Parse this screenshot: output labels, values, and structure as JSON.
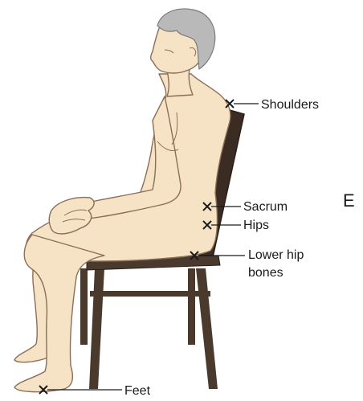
{
  "panel_letter": "E",
  "labels": {
    "shoulders": "Shoulders",
    "sacrum": "Sacrum",
    "hips": "Hips",
    "lower_hip_line1": "Lower hip",
    "lower_hip_line2": "bones",
    "feet": "Feet"
  },
  "colors": {
    "skin": "#f6e3c6",
    "skin_outline": "#8a6e58",
    "hair": "#b9b9b9",
    "chair_wood": "#4a3a2e",
    "chair_back": "#3a2c23",
    "text": "#1a1a1a"
  }
}
